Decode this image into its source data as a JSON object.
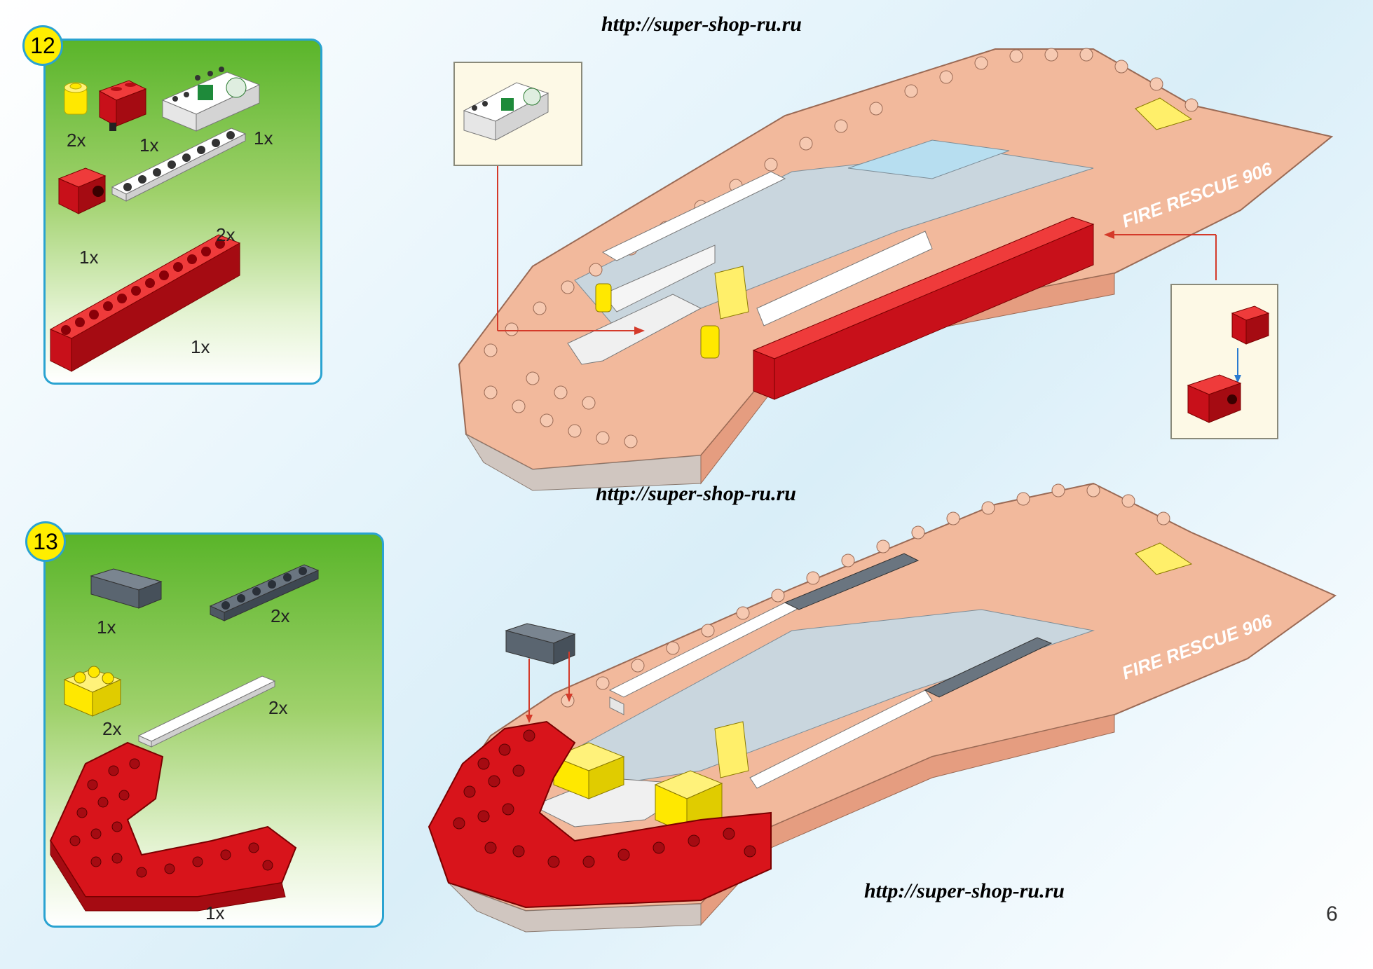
{
  "watermarks": {
    "top": "http://super-shop-ru.ru",
    "middle": "http://super-shop-ru.ru",
    "bottom": "http://super-shop-ru.ru"
  },
  "page_number": "6",
  "steps": [
    {
      "number": "12",
      "parts": [
        {
          "name": "yellow round brick 1x1",
          "qty": "2x"
        },
        {
          "name": "red hinge brick",
          "qty": "1x"
        },
        {
          "name": "white control panel slope",
          "qty": "1x"
        },
        {
          "name": "red hinge brick with hole",
          "qty": "1x"
        },
        {
          "name": "white plate 1x8",
          "qty": "2x"
        },
        {
          "name": "red brick 1x12",
          "qty": "1x"
        }
      ]
    },
    {
      "number": "13",
      "parts": [
        {
          "name": "dark gray slope 1x2",
          "qty": "1x"
        },
        {
          "name": "dark gray plate 1x6",
          "qty": "2x"
        },
        {
          "name": "yellow corner brick",
          "qty": "2x"
        },
        {
          "name": "white tile 1x8",
          "qty": "2x"
        },
        {
          "name": "red boat bow",
          "qty": "1x"
        }
      ]
    }
  ],
  "boat_decal": "FIRE RESCUE 906",
  "colors": {
    "panel_border": "#2aa3d1",
    "badge": "#ffee00",
    "hull_salmon": "#f2b99c",
    "brick_red": "#d8141b",
    "brick_yellow": "#ffe800",
    "plate_gray": "#5a6570",
    "plate_white": "#ffffff"
  }
}
